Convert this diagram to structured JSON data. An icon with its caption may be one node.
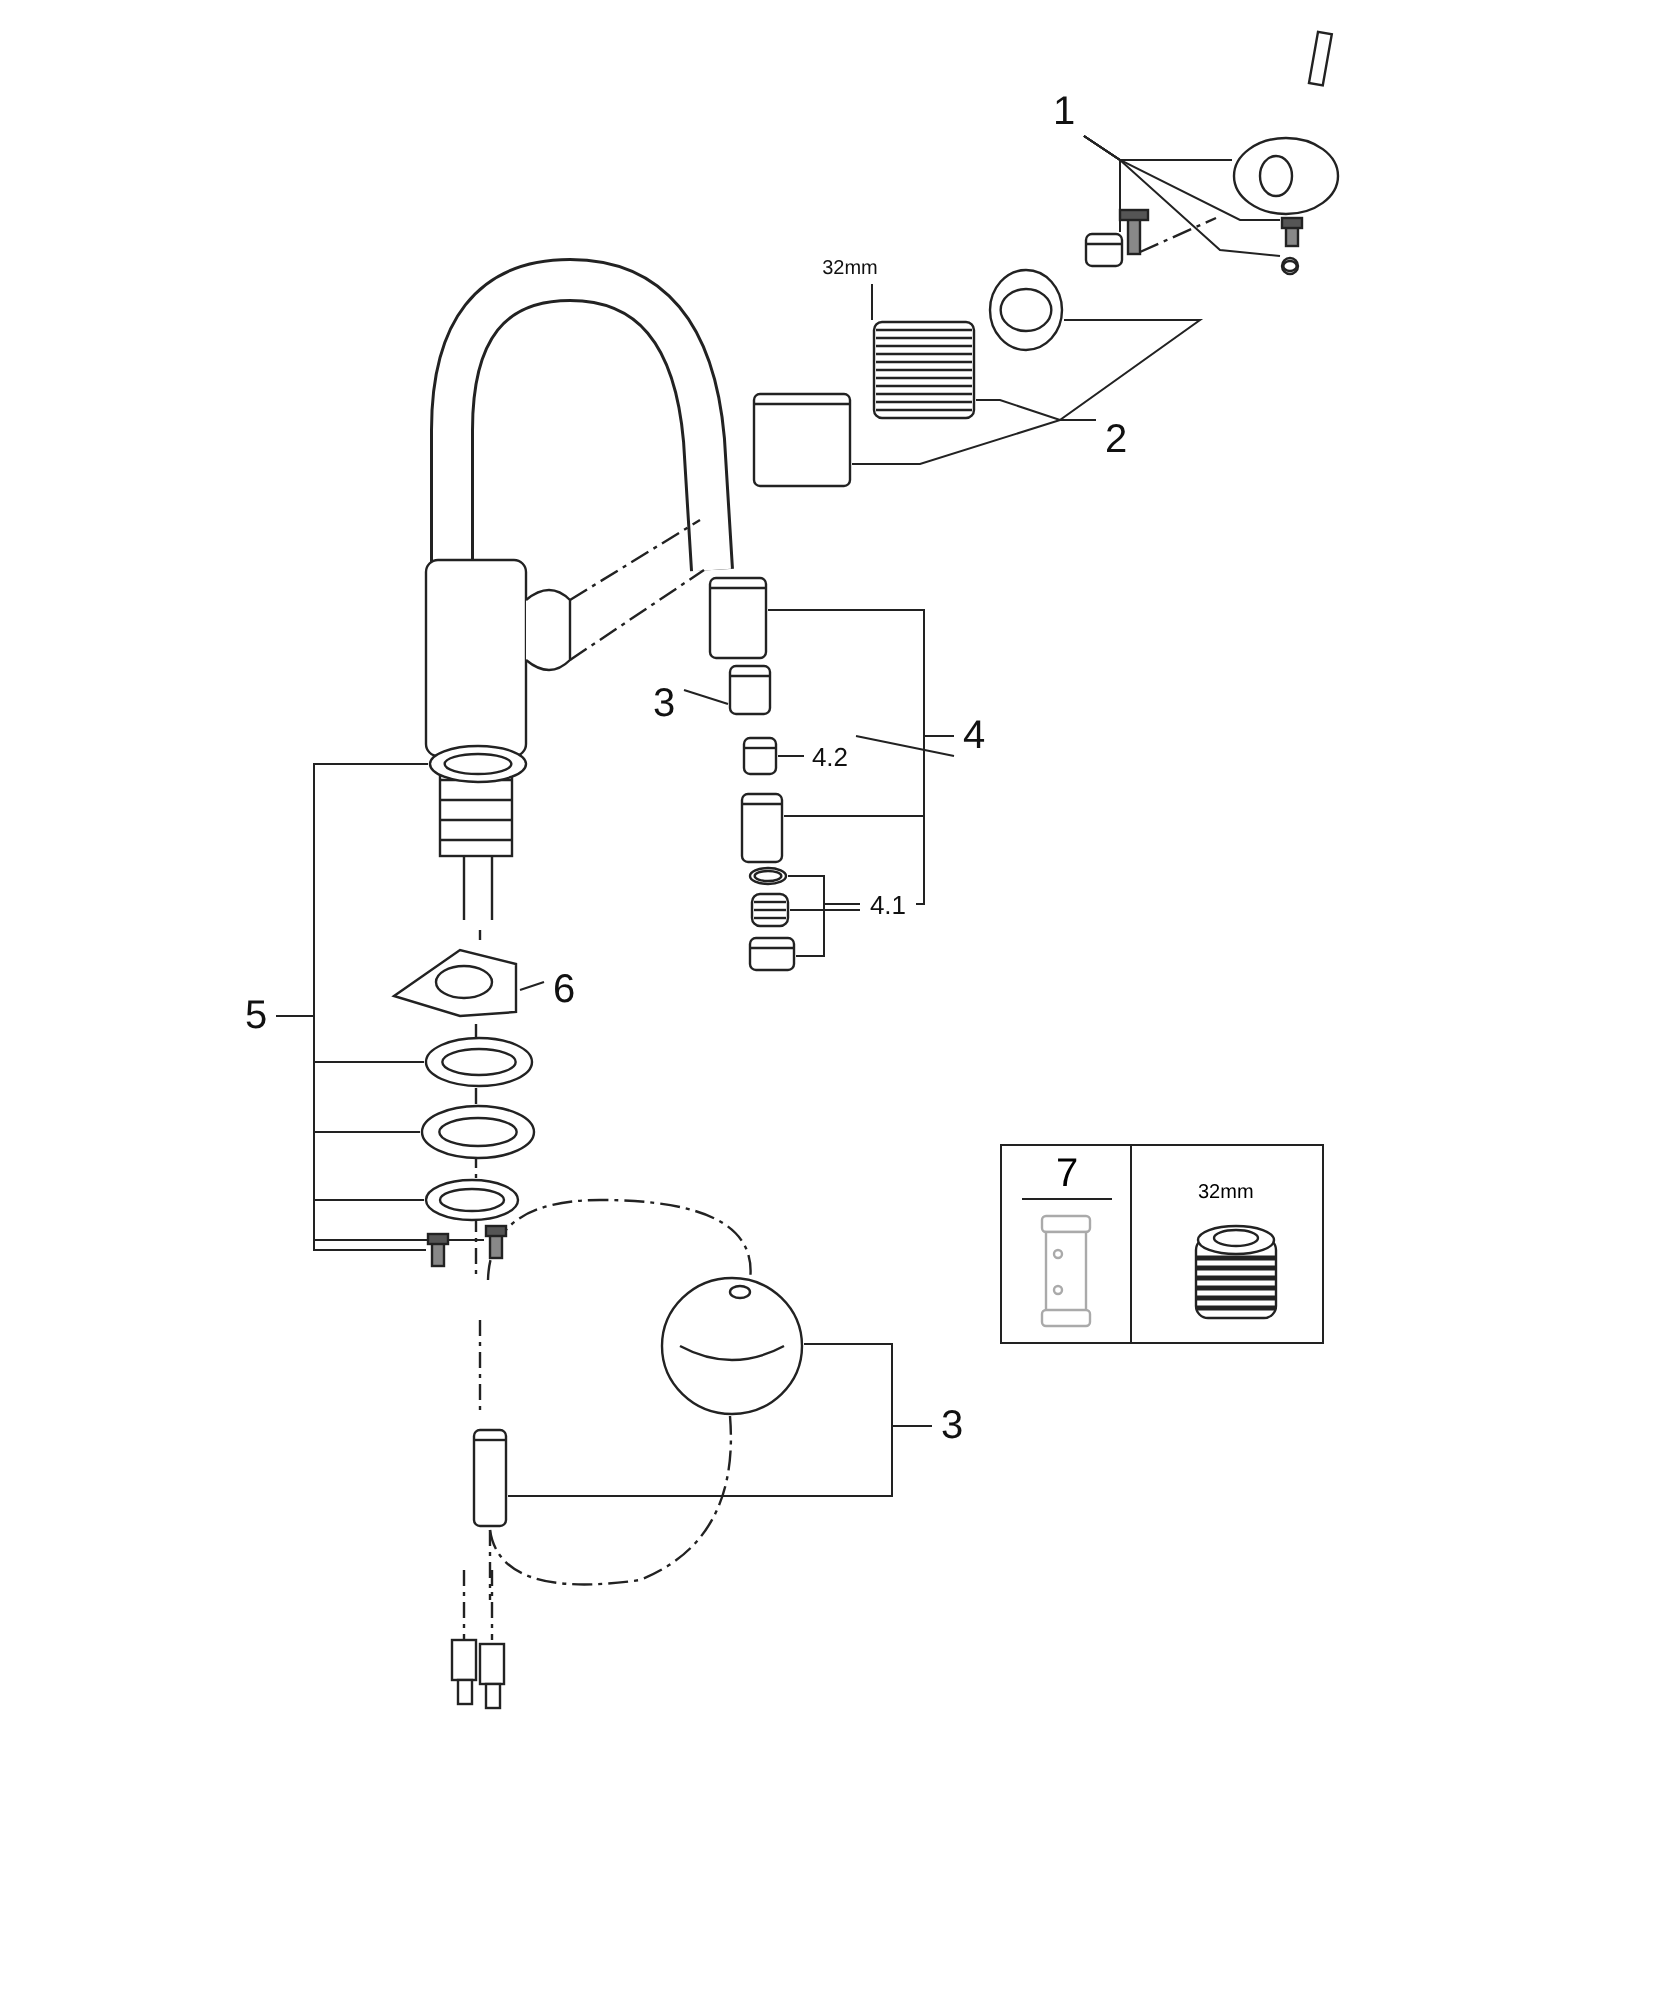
{
  "diagram": {
    "nodes": [
      {
        "text": [
          "1"
        ]
      },
      {
        "text": [],
        "shape": "picture"
      },
      {
        "text": [],
        "shape": "picture"
      },
      {
        "text": [],
        "shape": "picture"
      },
      {
        "text": [],
        "shape": "picture"
      },
      {
        "text": [],
        "shape": "picture"
      },
      {
        "text": [
          "2"
        ]
      },
      {
        "text": [],
        "shape": "picture"
      },
      {
        "text": [],
        "shape": "picture"
      },
      {
        "text": [],
        "shape": "picture"
      },
      {
        "text": [
          "3"
        ]
      },
      {
        "text": [],
        "shape": "picture"
      },
      {
        "text": [],
        "shape": "picture"
      },
      {
        "text": [
          "4.2"
        ]
      },
      {
        "text": [],
        "shape": "picture"
      },
      {
        "text": [
          "4"
        ]
      },
      {
        "text": [],
        "shape": "picture"
      },
      {
        "text": [
          "4.1"
        ]
      },
      {
        "text": [],
        "shape": "picture"
      },
      {
        "text": [],
        "shape": "picture"
      },
      {
        "text": [],
        "shape": "picture"
      },
      {
        "text": [
          "5"
        ]
      },
      {
        "text": [],
        "shape": "picture"
      },
      {
        "text": [],
        "shape": "picture"
      },
      {
        "text": [
          "6"
        ]
      },
      {
        "text": [],
        "shape": "picture"
      },
      {
        "text": [],
        "shape": "picture"
      },
      {
        "text": [],
        "shape": "picture"
      },
      {
        "text": [],
        "shape": "picture"
      },
      {
        "text": [],
        "shape": "picture"
      },
      {
        "text": [
          "7",
          "32mm"
        ]
      },
      {
        "text": [],
        "shape": "picture"
      },
      {
        "text": [],
        "shape": "picture"
      },
      {
        "text": [
          "3"
        ]
      },
      {
        "text": [
          "32mm"
        ]
      }
    ],
    "edges": [
      {
        "from": 0,
        "to": 1,
        "arrow": "none"
      },
      {
        "from": 0,
        "to": 2,
        "arrow": "none"
      },
      {
        "from": 0,
        "to": 3,
        "arrow": "none"
      },
      {
        "from": 0,
        "to": 4,
        "arrow": "none"
      },
      {
        "from": 0,
        "to": 5,
        "arrow": "none"
      },
      {
        "from": 6,
        "to": 7,
        "arrow": "none"
      },
      {
        "from": 6,
        "to": 8,
        "arrow": "none"
      },
      {
        "from": 6,
        "to": 9,
        "arrow": "none"
      },
      {
        "from": 10,
        "to": 11,
        "arrow": "none"
      },
      {
        "from": 13,
        "to": 14,
        "arrow": "none"
      },
      {
        "from": 13,
        "to": 15,
        "arrow": "none"
      },
      {
        "from": 15,
        "to": 12,
        "arrow": "none"
      },
      {
        "from": 15,
        "to": 16,
        "arrow": "none"
      },
      {
        "from": 15,
        "to": 17,
        "arrow": "none"
      },
      {
        "from": 17,
        "to": 18,
        "arrow": "none"
      },
      {
        "from": 17,
        "to": 19,
        "arrow": "none"
      },
      {
        "from": 17,
        "to": 20,
        "arrow": "none"
      },
      {
        "from": 21,
        "to": 22,
        "arrow": "none"
      },
      {
        "from": 21,
        "to": 25,
        "arrow": "none"
      },
      {
        "from": 21,
        "to": 26,
        "arrow": "none"
      },
      {
        "from": 21,
        "to": 27,
        "arrow": "none"
      },
      {
        "from": 21,
        "to": 28,
        "arrow": "none"
      },
      {
        "from": 21,
        "to": 29,
        "arrow": "none"
      },
      {
        "from": 24,
        "to": 23,
        "arrow": "none"
      },
      {
        "from": 33,
        "to": 31,
        "arrow": "none"
      },
      {
        "from": 33,
        "to": 32,
        "arrow": "none"
      },
      {
        "from": 34,
        "to": 8,
        "arrow": "none"
      }
    ]
  }
}
